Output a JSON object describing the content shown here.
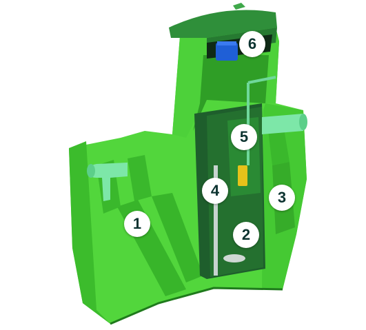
{
  "diagram": {
    "colors": {
      "tank_body": "#52d63c",
      "tank_dark": "#2f9e26",
      "tank_shadow": "#1f7a1c",
      "lid": "#2f8f3a",
      "inner_chamber": "#1e5e2c",
      "pipe": "#7de7a8",
      "pump_blue": "#1f5fd6",
      "float_yellow": "#e6c21a",
      "marker_bg": "#ffffff",
      "marker_text": "#0c3330"
    },
    "markers": [
      {
        "label": "1"
      },
      {
        "label": "2"
      },
      {
        "label": "3"
      },
      {
        "label": "4"
      },
      {
        "label": "5"
      },
      {
        "label": "6"
      }
    ]
  }
}
